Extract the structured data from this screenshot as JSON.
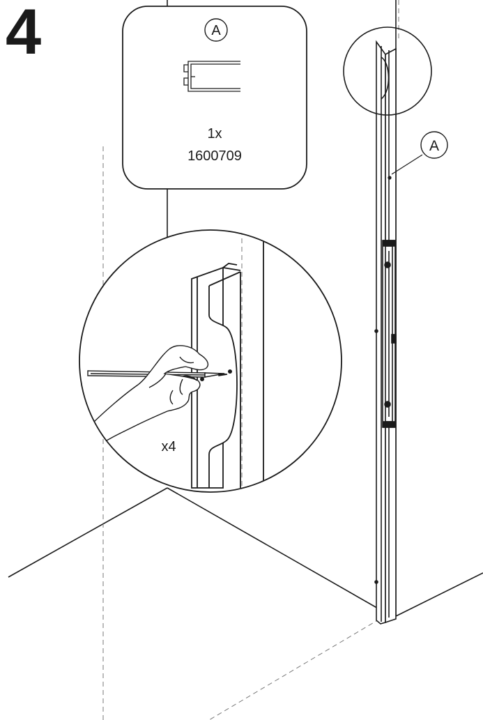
{
  "step": {
    "number": "4"
  },
  "part_box": {
    "part_label": "A",
    "quantity": "1x",
    "part_number": "1600709"
  },
  "main_view": {
    "callout_label": "A"
  },
  "detail_view": {
    "repeat_count": "x4"
  },
  "colors": {
    "line": "#1a1a1a",
    "background": "#ffffff",
    "dash": "#777777"
  }
}
